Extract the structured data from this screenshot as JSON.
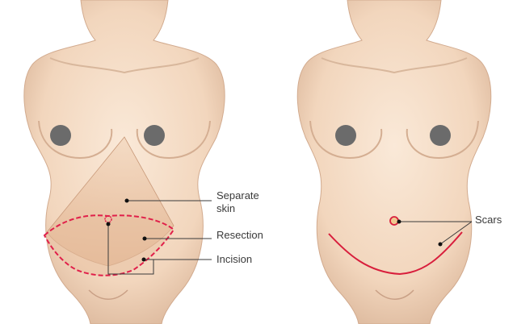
{
  "labels": {
    "separate_skin_line1": "Separate",
    "separate_skin_line2": "skin",
    "resection": "Resection",
    "incision": "Incision",
    "scars": "Scars"
  },
  "colors": {
    "skin": "#f4dcc4",
    "skin_shadow": "#d9b59a",
    "skin_dark": "#c49a7c",
    "nipple": "#6b6b6b",
    "flap": "#e2b898",
    "incision": "#e0204a",
    "scar": "#d81e3c",
    "leader": "#3a3a3a"
  },
  "icons": [
    "torso-before",
    "torso-after"
  ]
}
